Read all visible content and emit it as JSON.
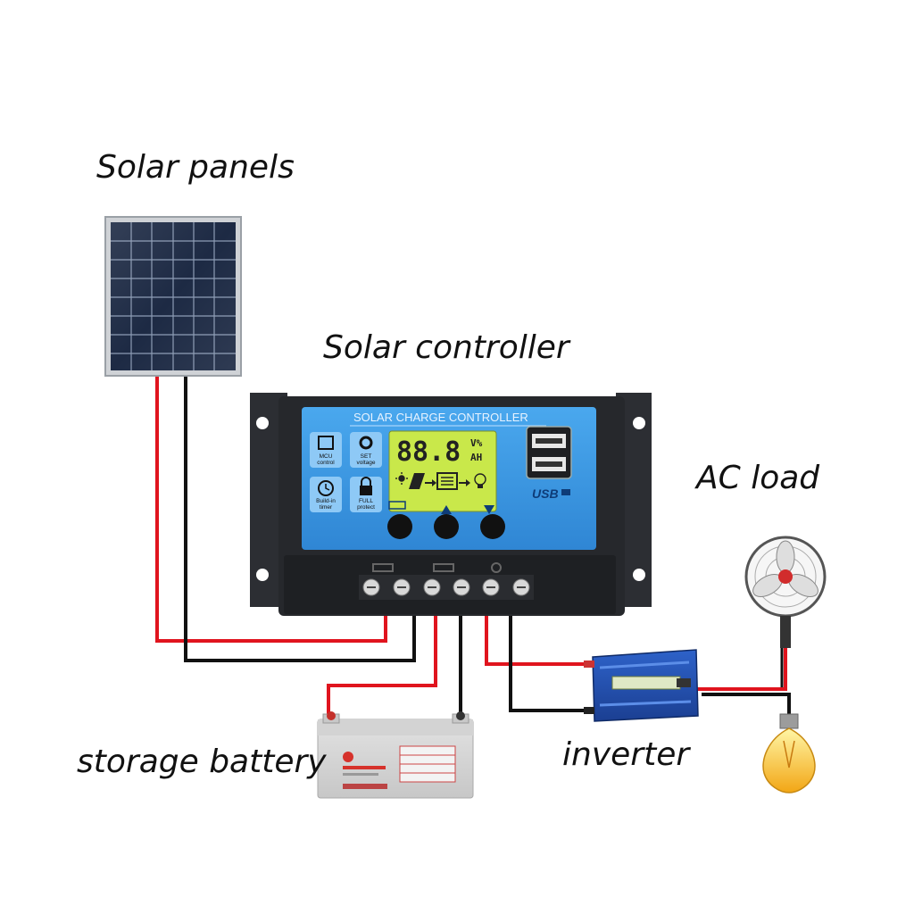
{
  "labels": {
    "solar_panels": "Solar panels",
    "solar_controller": "Solar controller",
    "ac_load": "AC load",
    "storage_battery": "storage battery",
    "inverter": "inverter"
  },
  "controller": {
    "title": "SOLAR CHARGE CONTROLLER",
    "lcd_digits": "88.8",
    "lcd_unit_top": "V%",
    "lcd_unit_bottom": "AH",
    "usb_label": "USB",
    "features": {
      "mcu": "MCU control",
      "set": "SET voltage",
      "timer": "Build-in timer",
      "protect": "FULL protect"
    }
  },
  "colors": {
    "wire_positive": "#e0141e",
    "wire_negative": "#111111",
    "controller_face": "#3b9be6",
    "controller_body": "#26282c",
    "lcd": "#c9e84a"
  }
}
